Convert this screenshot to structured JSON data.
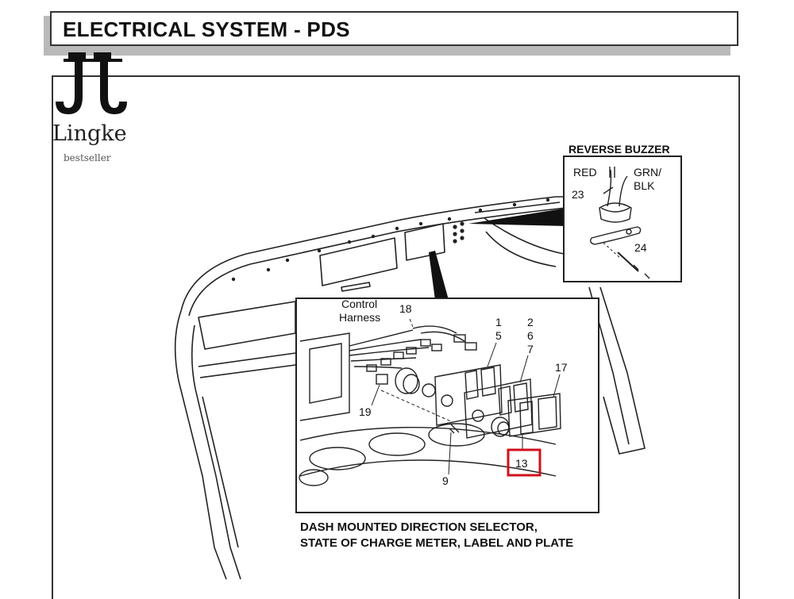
{
  "header": {
    "title": "ELECTRICAL SYSTEM - PDS"
  },
  "logo": {
    "monogram": "JL",
    "brand": "Lingke",
    "tagline": "bestseller"
  },
  "inset_buzzer": {
    "title": "REVERSE BUZZER",
    "labels": {
      "red": "RED",
      "grn": "GRN/",
      "blk": "BLK",
      "p23": "23",
      "p24": "24"
    }
  },
  "main_inset": {
    "labels": {
      "control": "Control",
      "harness": "Harness",
      "p18": "18",
      "p1": "1",
      "p5": "5",
      "p2": "2",
      "p6": "6",
      "p7": "7",
      "p17": "17",
      "p19": "19",
      "p9": "9",
      "p13": "13"
    },
    "highlight_color": "#d0101b"
  },
  "caption": {
    "line1": "DASH MOUNTED DIRECTION SELECTOR,",
    "line2": "STATE OF CHARGE METER, LABEL AND PLATE"
  }
}
